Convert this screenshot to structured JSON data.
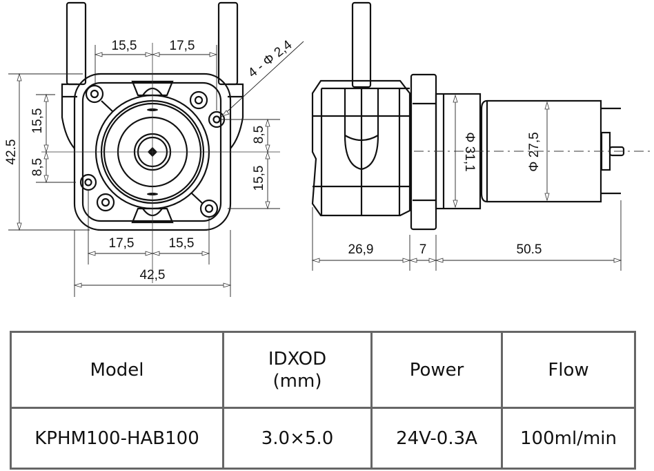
{
  "front_view": {
    "dim_top_left": "15,5",
    "dim_top_right": "17,5",
    "dim_hole_callout": "4 - Φ 2,4",
    "dim_left_overall": "42.5",
    "dim_left_upper": "15,5",
    "dim_left_lower": "8,5",
    "dim_right_upper": "8,5",
    "dim_right_lower": "15,5",
    "dim_bottom_left": "17,5",
    "dim_bottom_right": "15,5",
    "dim_bottom_overall": "42,5"
  },
  "side_view": {
    "dim_diameter_gearbox": "Φ 31,1",
    "dim_diameter_motor": "Φ 27,5",
    "dim_pump_head_length": "26,9",
    "dim_flange_length": "7",
    "dim_motor_length": "50.5"
  },
  "spec_table": {
    "headers": [
      {
        "line1": "Model",
        "line2": ""
      },
      {
        "line1": "IDXOD",
        "line2": "(mm)"
      },
      {
        "line1": "Power",
        "line2": ""
      },
      {
        "line1": "Flow",
        "line2": ""
      }
    ],
    "rows": [
      [
        "KPHM100-HAB100",
        "3.0×5.0",
        "24V-0.3A",
        "100ml/min"
      ]
    ]
  }
}
